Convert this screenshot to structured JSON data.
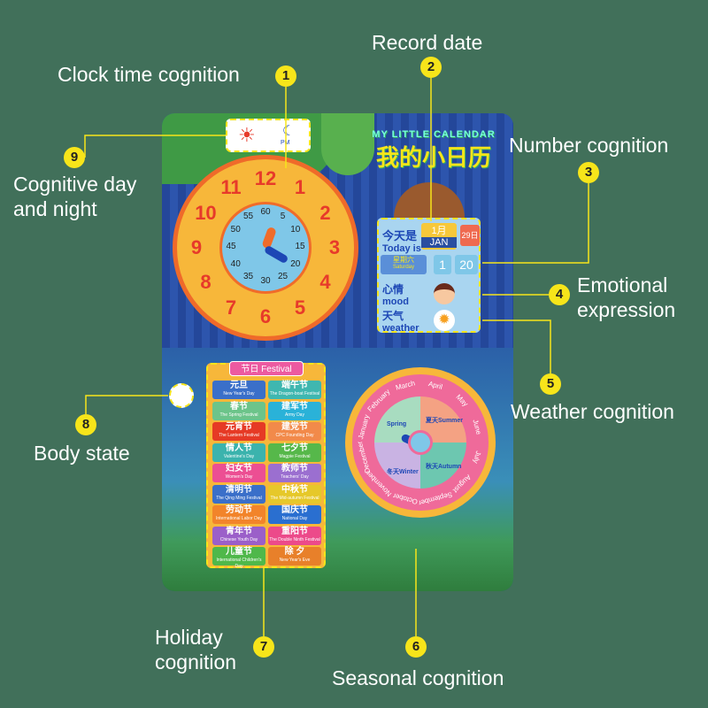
{
  "callouts": [
    {
      "n": "1",
      "label": "Clock time cognition"
    },
    {
      "n": "2",
      "label": "Record date"
    },
    {
      "n": "3",
      "label": "Number cognition"
    },
    {
      "n": "4",
      "label": "Emotional expression"
    },
    {
      "n": "5",
      "label": "Weather cognition"
    },
    {
      "n": "6",
      "label": "Seasonal cognition"
    },
    {
      "n": "7",
      "label": "Holiday cognition"
    },
    {
      "n": "8",
      "label": "Body state"
    },
    {
      "n": "9",
      "label": "Cognitive day and night"
    }
  ],
  "board": {
    "daynight": {
      "period": "PM"
    },
    "clock": {
      "hours": [
        "12",
        "1",
        "2",
        "3",
        "4",
        "5",
        "6",
        "7",
        "8",
        "9",
        "10",
        "11"
      ],
      "minutes": [
        "60",
        "5",
        "10",
        "15",
        "20",
        "25",
        "30",
        "35",
        "40",
        "45",
        "50",
        "55"
      ]
    },
    "title": {
      "en": "MY LITTLE CALENDAR",
      "zh": "我的小日历"
    },
    "calendar": {
      "today_zh": "今天是",
      "today_en": "Today is",
      "month_zh": "1月",
      "month_en": "JAN",
      "day": "29日",
      "weekday_zh": "星期六",
      "weekday_en": "Saturday",
      "digit1": "1",
      "digit2": "20",
      "mood_zh": "心情",
      "mood_en": "mood",
      "weather_zh": "天气",
      "weather_en": "weather"
    },
    "festival": {
      "header": "节日 Festival",
      "items": [
        {
          "zh": "元旦",
          "en": "New Year's Day",
          "color": "#3a6fc9"
        },
        {
          "zh": "端午节",
          "en": "The Dragon-boat Festival",
          "color": "#3fb7b0"
        },
        {
          "zh": "春节",
          "en": "The Spring Festival",
          "color": "#6cc48a"
        },
        {
          "zh": "建军节",
          "en": "Army Day",
          "color": "#2ab2d8"
        },
        {
          "zh": "元宵节",
          "en": "The Lantern Festival",
          "color": "#e63a25"
        },
        {
          "zh": "建党节",
          "en": "CPC Founding Day",
          "color": "#f28a4a"
        },
        {
          "zh": "情人节",
          "en": "Valentine's Day",
          "color": "#3bb3ad"
        },
        {
          "zh": "七夕节",
          "en": "Magpie Festival",
          "color": "#56b84a"
        },
        {
          "zh": "妇女节",
          "en": "Women's Day",
          "color": "#ec4f93"
        },
        {
          "zh": "教师节",
          "en": "Teachers' Day",
          "color": "#9b6fd0"
        },
        {
          "zh": "清明节",
          "en": "The Qing Ming Festival",
          "color": "#3a6fc9"
        },
        {
          "zh": "中秋节",
          "en": "The Mid-autumn Festival",
          "color": "#e6c82a"
        },
        {
          "zh": "劳动节",
          "en": "International Labor Day",
          "color": "#f2842a"
        },
        {
          "zh": "国庆节",
          "en": "National Day",
          "color": "#2a6fd0"
        },
        {
          "zh": "青年节",
          "en": "Chinese Youth Day",
          "color": "#9b5fc9"
        },
        {
          "zh": "重阳节",
          "en": "The Double Ninth Festival",
          "color": "#ec4a8a"
        },
        {
          "zh": "儿童节",
          "en": "International Children's Day",
          "color": "#4fb84a"
        },
        {
          "zh": "除 夕",
          "en": "New Year's Eve",
          "color": "#e8802a"
        }
      ]
    },
    "seasons": {
      "months": [
        "January",
        "February",
        "March",
        "April",
        "May",
        "June",
        "July",
        "August",
        "September",
        "October",
        "November",
        "December"
      ],
      "spring": "Spring",
      "summer": "夏天Summer",
      "autumn": "秋天Autumn",
      "winter": "冬天Winter"
    }
  }
}
